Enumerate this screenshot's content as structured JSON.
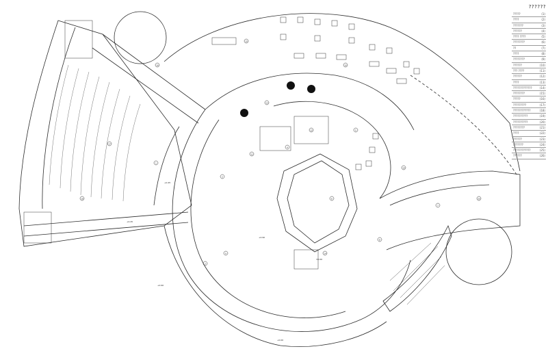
{
  "legend": {
    "title": "??????",
    "rows": [
      {
        "label": "?????",
        "code": "(1)"
      },
      {
        "label": "????",
        "code": "(2)"
      },
      {
        "label": "???????",
        "code": "(3)"
      },
      {
        "label": "??????",
        "code": "(4)"
      },
      {
        "label": "???? ????",
        "code": "(5)"
      },
      {
        "label": "????????",
        "code": "(6)"
      },
      {
        "label": "??",
        "code": "(7)"
      },
      {
        "label": "????",
        "code": "(8)"
      },
      {
        "label": "????????",
        "code": "(9)"
      },
      {
        "label": "??????",
        "code": "(10)"
      },
      {
        "label": "??? ????",
        "code": "(11)"
      },
      {
        "label": "??????",
        "code": "(12)"
      },
      {
        "label": "????",
        "code": "(13)"
      },
      {
        "label": "?????????????",
        "code": "(14)"
      },
      {
        "label": "????????",
        "code": "(15)"
      },
      {
        "label": "?????",
        "code": "(16)"
      },
      {
        "label": "?????????",
        "code": "(17)"
      },
      {
        "label": "????????????",
        "code": "(18)"
      },
      {
        "label": "??????????",
        "code": "(19)"
      },
      {
        "label": "??????????",
        "code": "(20)"
      },
      {
        "label": "????????",
        "code": "(21)"
      },
      {
        "label": "????",
        "code": "(22)"
      },
      {
        "label": "??????",
        "code": "(23)"
      },
      {
        "label": "???????",
        "code": "(24)"
      },
      {
        "label": "????????????",
        "code": "(25)"
      },
      {
        "label": "??????",
        "code": "(26)"
      }
    ]
  },
  "room_tags": [
    "1",
    "2",
    "3",
    "4",
    "5",
    "6",
    "7",
    "8",
    "9",
    "10",
    "11",
    "12",
    "13",
    "14",
    "15",
    "16",
    "17",
    "18",
    "19",
    "20"
  ],
  "level_marks": [
    "+0.00",
    "+0.45",
    "+0.45",
    "+0.90",
    "+0.90",
    "±0.00"
  ]
}
